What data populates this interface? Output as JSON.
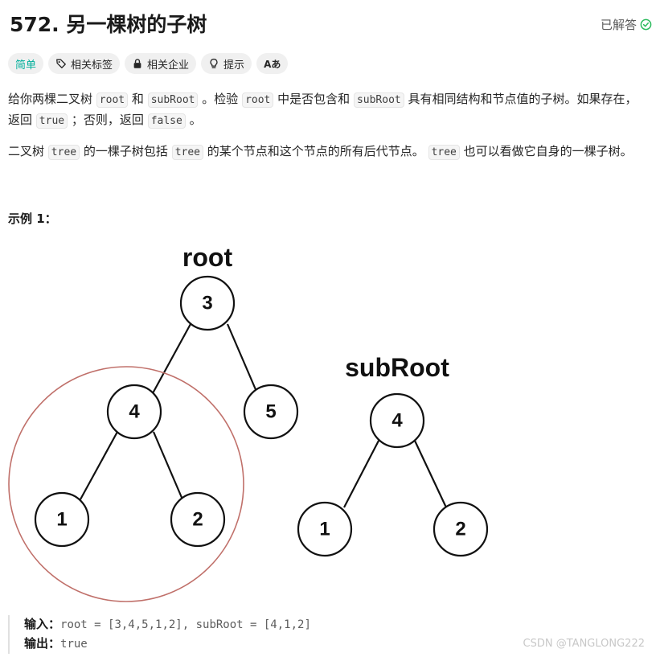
{
  "problem": {
    "title": "572. 另一棵树的子树",
    "status_label": "已解答"
  },
  "tags": {
    "difficulty": "简单",
    "related_tags": "相关标签",
    "related_companies": "相关企业",
    "hint": "提示",
    "translate": "Aあ"
  },
  "description": {
    "p1": {
      "t1": "给你两棵二叉树",
      "c1": "root",
      "t2": "和",
      "c2": "subRoot",
      "t3": "。检验",
      "c3": "root",
      "t4": "中是否包含和",
      "c4": "subRoot",
      "t5": "具有相同结构和节点值的子树。如果存在，返回",
      "c5": "true",
      "t6": "；否则，返回",
      "c6": "false",
      "t7": "。"
    },
    "p2": {
      "t1": "二叉树",
      "c1": "tree",
      "t2": "的一棵子树包括",
      "c2": "tree",
      "t3": "的某个节点和这个节点的所有后代节点。",
      "c3": "tree",
      "t4": "也可以看做它自身的一棵子树。"
    }
  },
  "example": {
    "heading": "示例 1：",
    "diagram": {
      "root_label": "root",
      "subroot_label": "subRoot",
      "root_nodes": [
        "3",
        "4",
        "5",
        "1",
        "2"
      ],
      "subroot_nodes": [
        "4",
        "1",
        "2"
      ],
      "highlight_color": "#c0706a"
    },
    "input_label": "输入：",
    "input_value": "root = [3,4,5,1,2], subRoot = [4,1,2]",
    "output_label": "输出：",
    "output_value": "true"
  },
  "watermark": "CSDN @TANGLONG222",
  "colors": {
    "easy": "#00af9b",
    "solved": "#2cbb5d"
  }
}
